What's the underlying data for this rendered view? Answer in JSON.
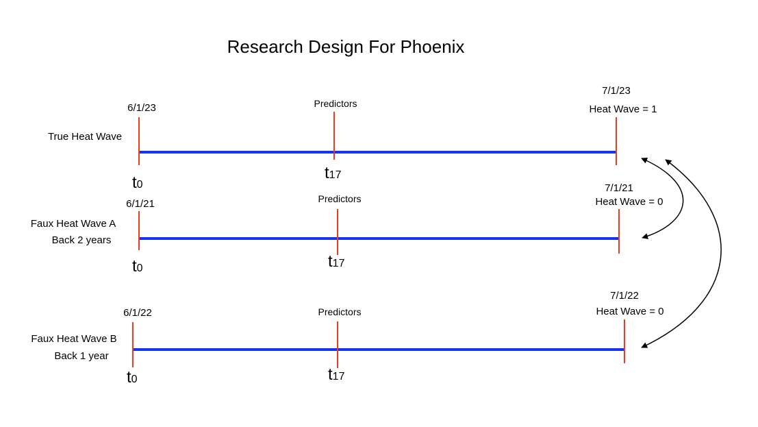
{
  "title": "Research Design For Phoenix",
  "colors": {
    "timeline": "#1433f0",
    "tick": "#f03a1e",
    "text": "#000000",
    "arrow": "#000000"
  },
  "timelines": [
    {
      "label_lines": [
        "True Heat Wave"
      ],
      "start_date": "6/1/23",
      "start_sub": "0",
      "mid_label": "Predictors",
      "mid_sub": "17",
      "end_date": "7/1/23",
      "end_label": "Heat Wave = 1"
    },
    {
      "label_lines": [
        "Faux Heat Wave A",
        "Back 2 years"
      ],
      "start_date": "6/1/21",
      "start_sub": "0",
      "mid_label": "Predictors",
      "mid_sub": "17",
      "end_date": "7/1/21",
      "end_label": "Heat Wave = 0"
    },
    {
      "label_lines": [
        "Faux Heat Wave B",
        "Back 1 year"
      ],
      "start_date": "6/1/22",
      "start_sub": "0",
      "mid_label": "Predictors",
      "mid_sub": "17",
      "end_date": "7/1/22",
      "end_label": "Heat Wave = 0"
    }
  ]
}
